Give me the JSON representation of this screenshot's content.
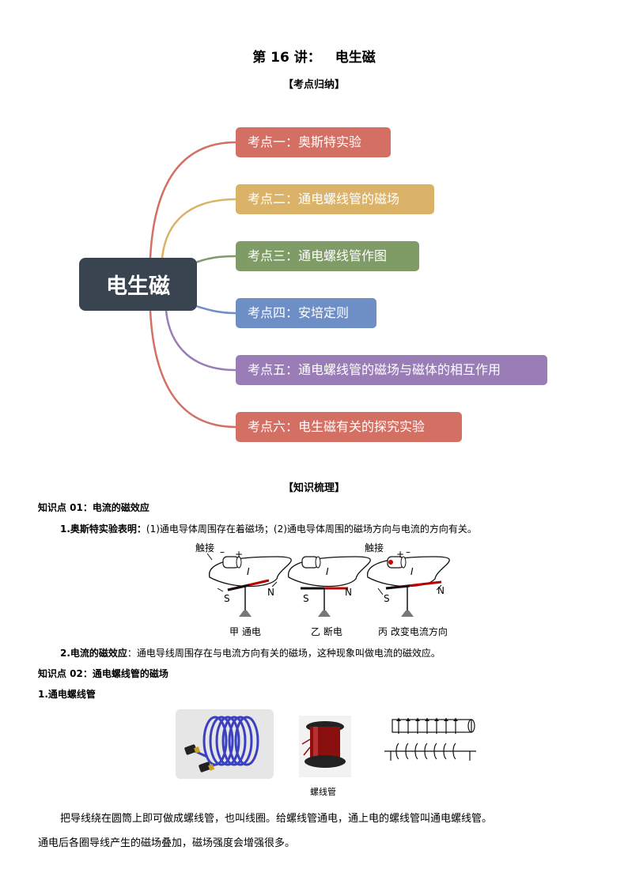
{
  "header": {
    "lecture": "第 16 讲：",
    "topic": "电生磁",
    "summary_heading": "【考点归纳】"
  },
  "mindmap": {
    "center": "电生磁",
    "nodes": [
      {
        "label": "考点一：奥斯特实验",
        "color": "#d36f63"
      },
      {
        "label": "考点二：通电螺线管的磁场",
        "color": "#dbb368"
      },
      {
        "label": "考点三：通电螺线管作图",
        "color": "#7f9b66"
      },
      {
        "label": "考点四：安培定则",
        "color": "#6e8fc6"
      },
      {
        "label": "考点五：通电螺线管的磁场与磁体的相互作用",
        "color": "#9a7cb7"
      },
      {
        "label": "考点六：电生磁有关的探究实验",
        "color": "#d36f63"
      }
    ]
  },
  "knowledge": {
    "heading": "【知识梳理】",
    "point1": {
      "title": "知识点 01：电流的磁效应",
      "item1_bold": "1.奥斯特实验表明：",
      "item1_text": "(1)通电导体周围存在着磁场；(2)通电导体周围的磁场方向与电流的方向有关。",
      "figure": {
        "touch_label": "触接",
        "current_label": "I",
        "south": "S",
        "north": "N",
        "minus": "–",
        "plus": "+",
        "captions": [
          "甲 通电",
          "乙 断电",
          "丙 改变电流方向"
        ]
      },
      "item2_bold": "2.电流的磁效应",
      "item2_text": "：通电导线周围存在与电流方向有关的磁场，这种现象叫做电流的磁效应。"
    },
    "point2": {
      "title": "知识点 02：通电螺线管的磁场",
      "sub_title": "1.通电螺线管",
      "photo_caption": "螺线管",
      "para1": "把导线绕在圆筒上即可做成螺线管，也叫线圈。给螺线管通电，通上电的螺线管叫通电螺线管。",
      "para2": "通电后各圈导线产生的磁场叠加，磁场强度会增强很多。"
    }
  }
}
